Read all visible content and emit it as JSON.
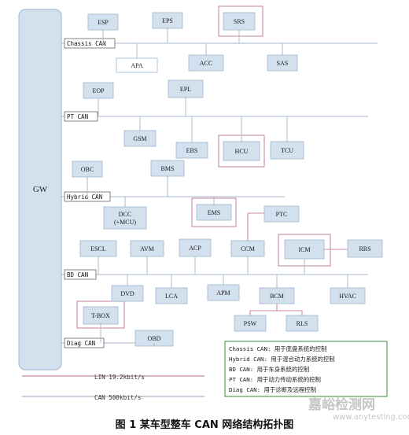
{
  "gateway": "GW",
  "buses": [
    {
      "id": "chassis",
      "label": "Chassis CAN"
    },
    {
      "id": "pt",
      "label": "PT CAN"
    },
    {
      "id": "hybrid",
      "label": "Hybrid CAN"
    },
    {
      "id": "bd",
      "label": "BD CAN"
    },
    {
      "id": "diag",
      "label": "Diag CAN"
    }
  ],
  "nodes": [
    {
      "id": "esp",
      "label": "ESP",
      "bus": "chassis"
    },
    {
      "id": "eps",
      "label": "EPS",
      "bus": "chassis"
    },
    {
      "id": "srs",
      "label": "SRS",
      "bus": "chassis",
      "highlight": true
    },
    {
      "id": "apa",
      "label": "APA",
      "bus": "chassis",
      "style": "white"
    },
    {
      "id": "acc",
      "label": "ACC",
      "bus": "chassis"
    },
    {
      "id": "sas",
      "label": "SAS",
      "bus": "chassis"
    },
    {
      "id": "eop",
      "label": "EOP",
      "bus": "pt"
    },
    {
      "id": "epl",
      "label": "EPL",
      "bus": "pt"
    },
    {
      "id": "gsm",
      "label": "GSM",
      "bus": "pt"
    },
    {
      "id": "ebs",
      "label": "EBS",
      "bus": "pt"
    },
    {
      "id": "hcu",
      "label": "HCU",
      "bus": "pt",
      "highlight": true
    },
    {
      "id": "tcu",
      "label": "TCU",
      "bus": "pt"
    },
    {
      "id": "obc",
      "label": "OBC",
      "bus": "hybrid"
    },
    {
      "id": "bms",
      "label": "BMS",
      "bus": "hybrid"
    },
    {
      "id": "dcc",
      "label": "DCC\n(+MCU)",
      "bus": "hybrid"
    },
    {
      "id": "ems",
      "label": "EMS",
      "bus": "hybrid",
      "highlight": true
    },
    {
      "id": "ptc",
      "label": "PTC",
      "bus": "hybrid"
    },
    {
      "id": "escl",
      "label": "ESCL",
      "bus": "bd"
    },
    {
      "id": "avm",
      "label": "AVM",
      "bus": "bd"
    },
    {
      "id": "acp",
      "label": "ACP",
      "bus": "bd"
    },
    {
      "id": "ccm",
      "label": "CCM",
      "bus": "bd"
    },
    {
      "id": "icm",
      "label": "ICM",
      "bus": "bd",
      "highlight": true
    },
    {
      "id": "rrs",
      "label": "RRS",
      "bus": "bd"
    },
    {
      "id": "dvd",
      "label": "DVD",
      "bus": "bd"
    },
    {
      "id": "lca",
      "label": "LCA",
      "bus": "bd"
    },
    {
      "id": "apm",
      "label": "APM",
      "bus": "bd"
    },
    {
      "id": "bcm",
      "label": "BCM",
      "bus": "bd"
    },
    {
      "id": "hvac",
      "label": "HVAC",
      "bus": "bd"
    },
    {
      "id": "psw",
      "label": "PSW",
      "bus": "bd"
    },
    {
      "id": "rls",
      "label": "RLS",
      "bus": "bd"
    },
    {
      "id": "tbox",
      "label": "T-BOX",
      "bus": "diag",
      "highlight": true
    },
    {
      "id": "obd",
      "label": "OBD",
      "bus": "diag"
    }
  ],
  "legend": [
    "Chassis CAN: 用于底盘系统的控制",
    "Hybrid CAN: 用于混合动力系统的控制",
    "BD CAN: 用于车身系统的控制",
    "PT CAN: 用于动力传动系统的控制",
    "Diag CAN: 用于诊断及远程控制"
  ],
  "line_key": [
    {
      "label": "LIN  19.2kbit/s",
      "color": "#c88aa6"
    },
    {
      "label": "CAN 500kbit/s",
      "color": "#aab8cc"
    }
  ],
  "caption": "图 1 某车型整车 CAN 网络结构拓扑图",
  "watermark": {
    "main": "嘉峪检测网",
    "sub": "www.anytesting.com"
  },
  "colors": {
    "node_fill": "#d3e0ee",
    "can_line": "#aab8cc",
    "lin_line": "#c88aa6",
    "legend_border": "#3a8a3a"
  }
}
